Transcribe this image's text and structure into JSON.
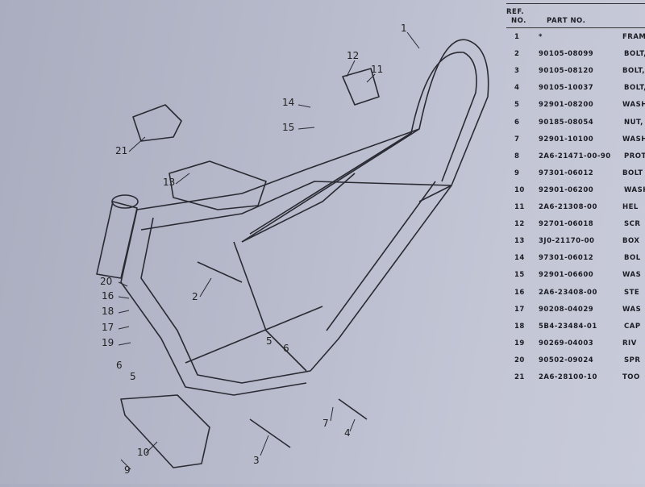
{
  "diagram": {
    "callouts": [
      "1",
      "12",
      "11",
      "14",
      "15",
      "21",
      "13",
      "2",
      "20",
      "16",
      "18",
      "17",
      "19",
      "6",
      "5",
      "5",
      "6",
      "7",
      "4",
      "3",
      "10",
      "9"
    ]
  },
  "table": {
    "header": {
      "ref": "REF.",
      "no": "NO.",
      "part_no": "PART NO."
    },
    "rows": [
      {
        "ref": "1",
        "part_no": "*",
        "desc": "FRAME"
      },
      {
        "ref": "2",
        "part_no": "90105-08099",
        "desc": "BOLT,"
      },
      {
        "ref": "3",
        "part_no": "90105-08120",
        "desc": "BOLT,"
      },
      {
        "ref": "4",
        "part_no": "90105-10037",
        "desc": "BOLT,"
      },
      {
        "ref": "5",
        "part_no": "92901-08200",
        "desc": "WASHE"
      },
      {
        "ref": "6",
        "part_no": "90185-08054",
        "desc": "NUT,"
      },
      {
        "ref": "7",
        "part_no": "92901-10100",
        "desc": "WASHE"
      },
      {
        "ref": "8",
        "part_no": "2A6-21471-00-90",
        "desc": "PROT"
      },
      {
        "ref": "9",
        "part_no": "97301-06012",
        "desc": "BOLT"
      },
      {
        "ref": "10",
        "part_no": "92901-06200",
        "desc": "WASH"
      },
      {
        "ref": "11",
        "part_no": "2A6-21308-00",
        "desc": "HEL"
      },
      {
        "ref": "12",
        "part_no": "92701-06018",
        "desc": "SCR"
      },
      {
        "ref": "13",
        "part_no": "3J0-21170-00",
        "desc": "BOX"
      },
      {
        "ref": "14",
        "part_no": "97301-06012",
        "desc": "BOL"
      },
      {
        "ref": "15",
        "part_no": "92901-06600",
        "desc": "WAS"
      },
      {
        "ref": "16",
        "part_no": "2A6-23408-00",
        "desc": "STE"
      },
      {
        "ref": "17",
        "part_no": "90208-04029",
        "desc": "WAS"
      },
      {
        "ref": "18",
        "part_no": "5B4-23484-01",
        "desc": "CAP"
      },
      {
        "ref": "19",
        "part_no": "90269-04003",
        "desc": "RIV"
      },
      {
        "ref": "20",
        "part_no": "90502-09024",
        "desc": "SPR"
      },
      {
        "ref": "21",
        "part_no": "2A6-28100-10",
        "desc": "TOO"
      }
    ]
  }
}
